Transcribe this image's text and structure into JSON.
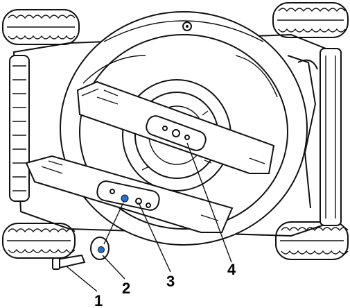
{
  "callouts": [
    {
      "id": "1",
      "label": "1"
    },
    {
      "id": "2",
      "label": "2"
    },
    {
      "id": "3",
      "label": "3"
    },
    {
      "id": "4",
      "label": "4"
    }
  ],
  "colors": {
    "line": "#111111",
    "accent_blue": "#1e73d8",
    "background": "#ffffff"
  },
  "icons": [
    "bolt-icon",
    "washer-icon",
    "blade-icon",
    "blade-holder-icon"
  ]
}
